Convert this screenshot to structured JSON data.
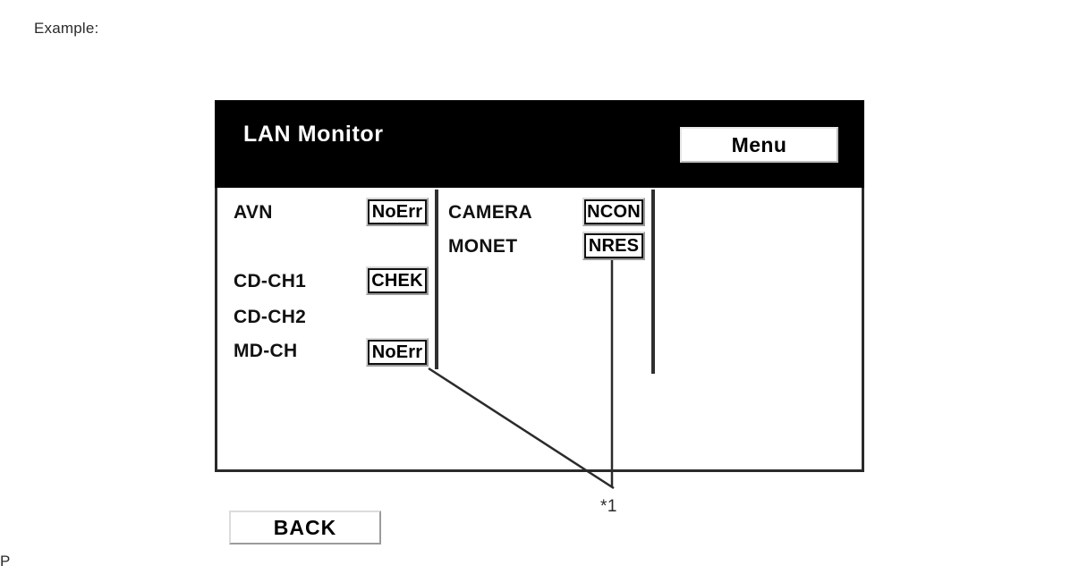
{
  "caption": "Example:",
  "page_marker": "P",
  "device": {
    "title": "LAN Monitor",
    "menu_label": "Menu",
    "back_label": "BACK",
    "left_column": [
      {
        "label": "AVN",
        "status": "NoErr"
      },
      {
        "label": "CD-CH1",
        "status": "CHEK"
      },
      {
        "label": "CD-CH2",
        "status": ""
      },
      {
        "label": "MD-CH",
        "status": "NoErr"
      }
    ],
    "right_column": [
      {
        "label": "CAMERA",
        "status": "NCON"
      },
      {
        "label": "MONET",
        "status": "NRES"
      }
    ]
  },
  "callout": {
    "label": "*1"
  },
  "colors": {
    "header_background": "#000000",
    "header_text": "#ffffff",
    "panel_background": "#ffffff",
    "panel_border": "#2a2a2a",
    "body_text": "#111111"
  }
}
